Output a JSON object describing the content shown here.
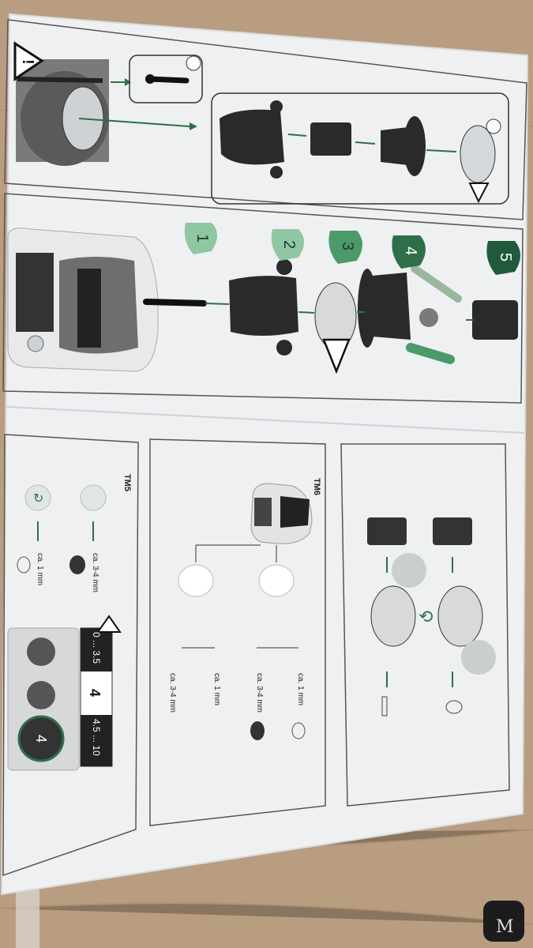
{
  "photo": {
    "subject": "Thermomix slicing disc leaflet",
    "logo_letter": "M"
  },
  "steps": [
    "1",
    "2",
    "3",
    "4",
    "5"
  ],
  "sections": {
    "tm6": {
      "title": "TM6",
      "sizes": [
        "ca. 1 mm",
        "ca. 3-4 mm",
        "ca. 1 mm",
        "ca. 3-4 mm"
      ]
    },
    "tm5": {
      "title": "TM5",
      "sizes": [
        "ca. 3-4 mm",
        "ca. 1 mm"
      ]
    },
    "speed": {
      "low": "0 ... 3.5",
      "ok": "4",
      "high": "4.5 ... 10",
      "dial": "4"
    }
  },
  "colors": {
    "paper": "#eef0f2",
    "green_dark": "#2e6f4a",
    "green_mid": "#4c9a6a",
    "green_light": "#8fc7a2",
    "wood": "#b89c7e"
  }
}
